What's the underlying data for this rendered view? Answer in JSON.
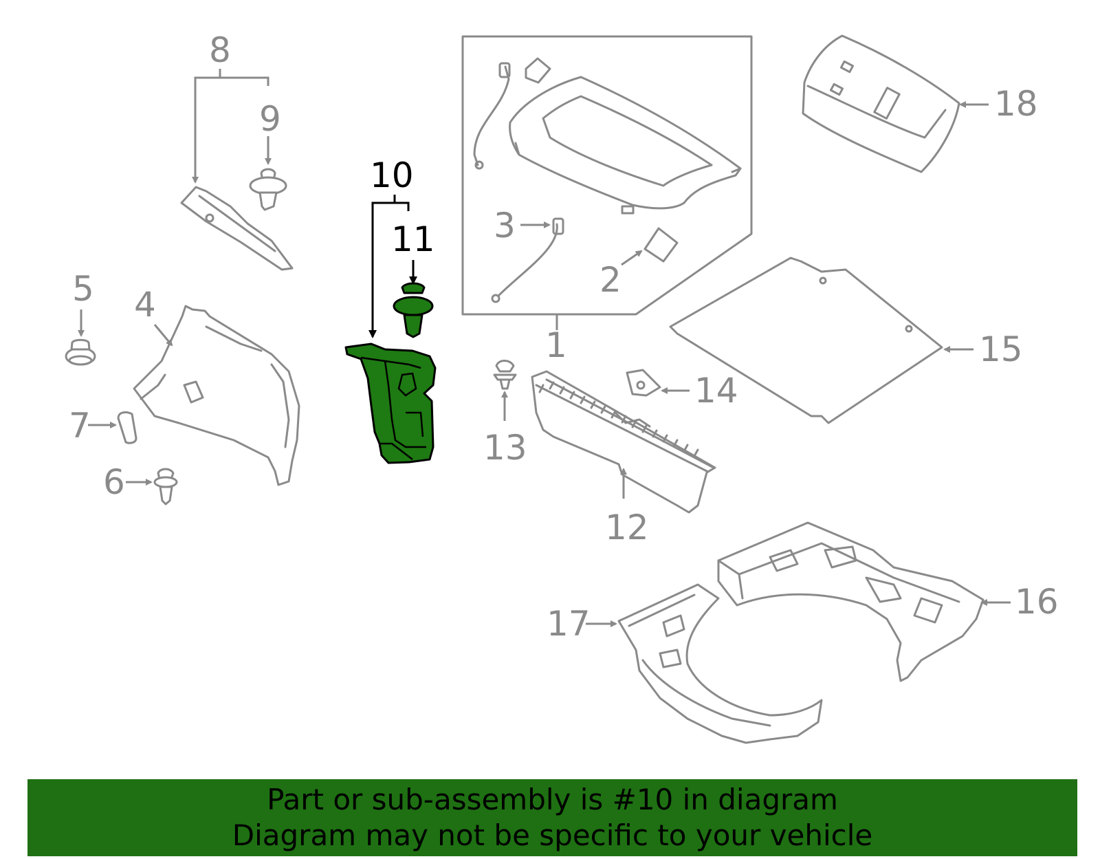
{
  "callouts": {
    "c1": "1",
    "c2": "2",
    "c3": "3",
    "c4": "4",
    "c5": "5",
    "c6": "6",
    "c7": "7",
    "c8": "8",
    "c9": "9",
    "c10": "10",
    "c11": "11",
    "c12": "12",
    "c13": "13",
    "c14": "14",
    "c15": "15",
    "c16": "16",
    "c17": "17",
    "c18": "18"
  },
  "highlighted_part": "10",
  "colors": {
    "highlight": "#1e7a12",
    "banner": "#1e7012",
    "line": "#8a8a8a",
    "text_hl": "#000000"
  },
  "banner": {
    "line1": "Part or sub-assembly is #10 in diagram",
    "line2": "Diagram may not be specific to your vehicle"
  }
}
